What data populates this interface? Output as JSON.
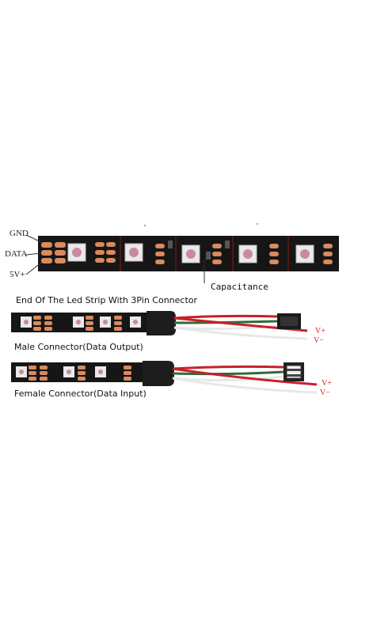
{
  "strip_pins": {
    "gnd": "GND",
    "data": "DATA",
    "vcc": "5V+"
  },
  "capacitance_label": "Capacitance",
  "connector_section": {
    "title": "End Of The Led Strip With 3Pin Connector",
    "male_caption": "Male Connector(Data Output)",
    "female_caption": "Female Connector(Data Input)",
    "male_v_plus": "V+",
    "male_v_minus": "V−",
    "female_v_plus": "V+",
    "female_v_minus": "V−"
  },
  "colors": {
    "pcb": "#161616",
    "pad": "#d98a5e",
    "wire_red": "#c8202a",
    "wire_green": "#2f6b3a",
    "wire_white": "#f2f2f2",
    "label_red": "#d42020"
  }
}
